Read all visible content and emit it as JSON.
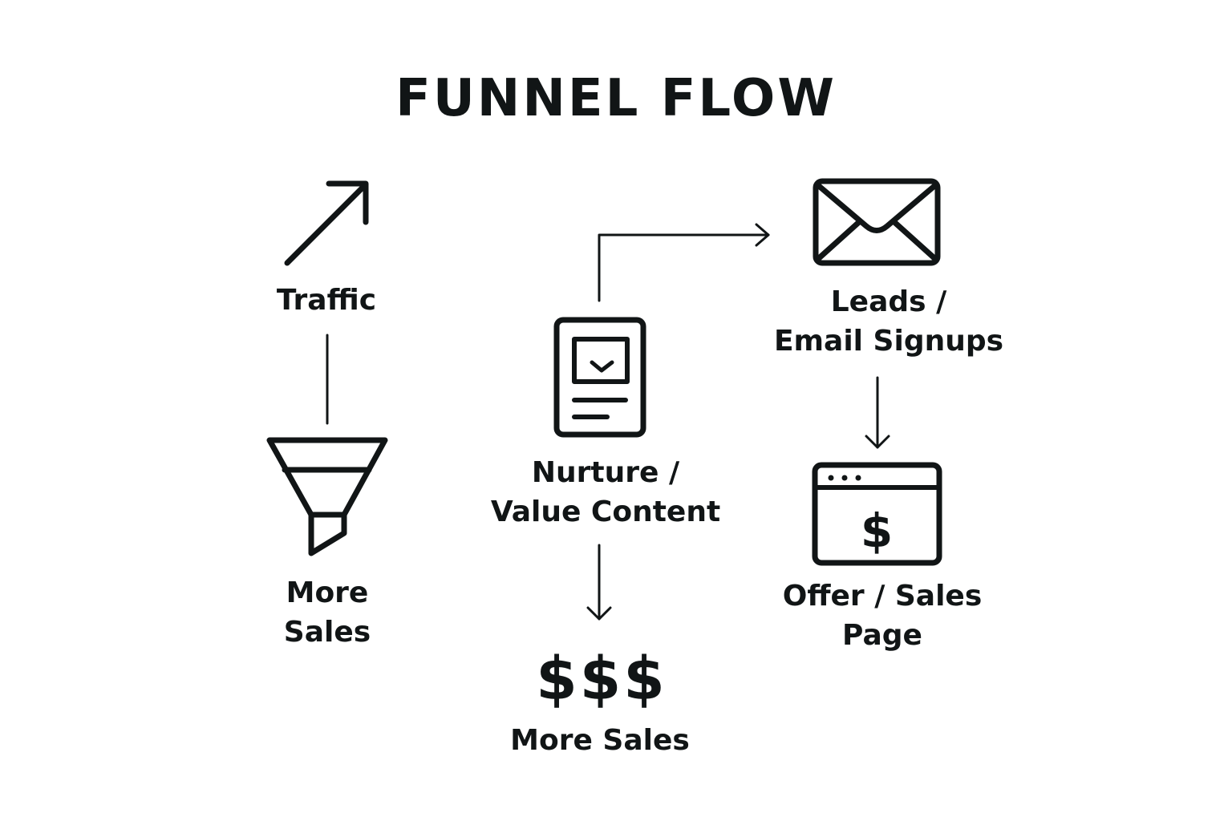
{
  "title": "FUNNEL FLOW",
  "nodes": {
    "traffic": {
      "label": "Traffic",
      "icon": "trend-arrow-icon"
    },
    "more_sales_left": {
      "line1": "More",
      "line2": "Sales",
      "icon": "funnel-icon"
    },
    "nurture": {
      "line1": "Nurture /",
      "line2": "Value Content",
      "icon": "content-card-icon"
    },
    "dollars": {
      "label": "$$$"
    },
    "more_sales_bottom": {
      "label": "More Sales"
    },
    "leads": {
      "line1": "Leads /",
      "line2": "Email Signups",
      "icon": "envelope-icon"
    },
    "offer": {
      "line1": "Offer / Sales",
      "line2": "Page",
      "icon": "browser-window-dollar-icon",
      "icon_text": "$"
    }
  },
  "colors": {
    "ink": "#111516",
    "background": "#ffffff"
  }
}
